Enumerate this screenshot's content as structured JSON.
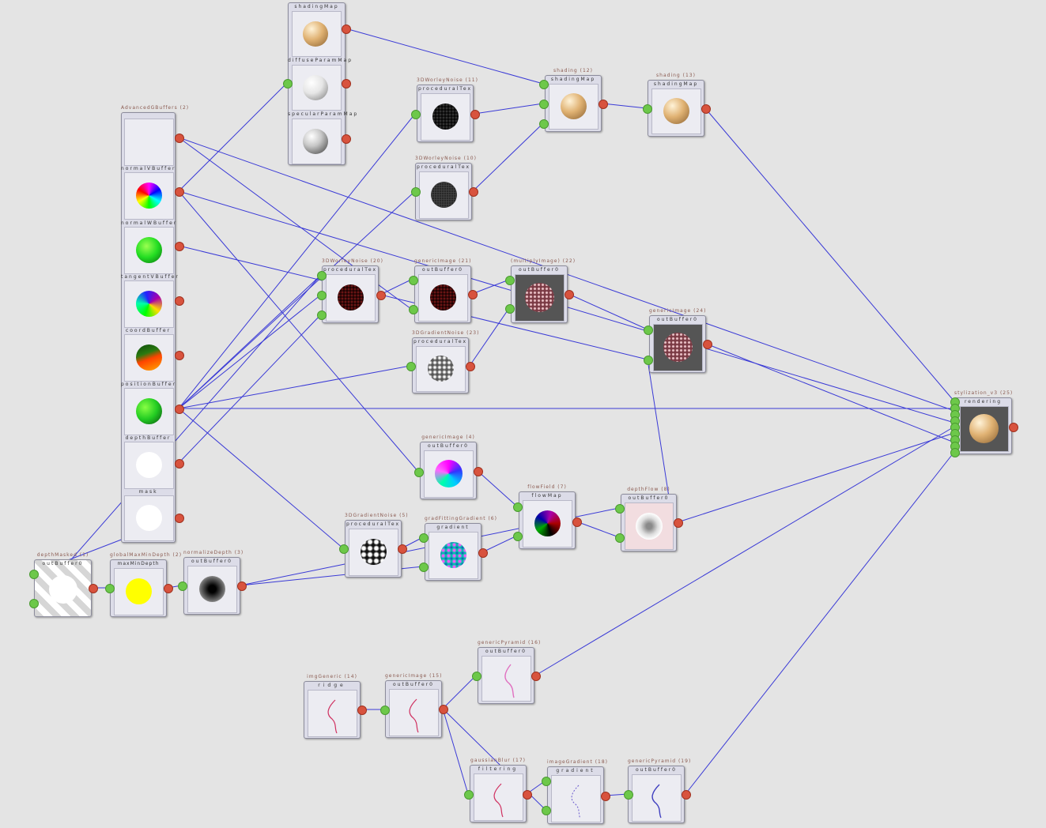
{
  "nodes": {
    "shading": {
      "slots": [
        "shadingMap",
        "diffuseParamMap",
        "specularParamMap"
      ]
    },
    "advancedGBuffers": {
      "title": "AdvancedGBuffers (2)",
      "slots": [
        "",
        "normalVBuffer",
        "normalWBuffer",
        "tangentVBuffer",
        "coordBuffer",
        "positionBuffer",
        "depthBuffer",
        "mask"
      ]
    },
    "worleyNoise11": {
      "title": "3DWorleyNoise (11)",
      "slot": "proceduralTex"
    },
    "worleyNoise10": {
      "title": "3DWorleyNoise (10)",
      "slot": "proceduralTex"
    },
    "shading12": {
      "title": "shading (12)",
      "slot": "shadingMap"
    },
    "shading13": {
      "title": "shading (13)",
      "slot": "shadingMap"
    },
    "worleyNoise20": {
      "title": "3DWorleyNoise (20)",
      "slot": "proceduralTex"
    },
    "genericImage21": {
      "title": "genericImage (21)",
      "slot": "outBuffer0"
    },
    "multiply22": {
      "title": "(multiplyImage) (22)",
      "slot": "outBuffer0"
    },
    "gradientNoise23": {
      "title": "3DGradientNoise (23)",
      "slot": "proceduralTex"
    },
    "genericImage24": {
      "title": "genericImage (24)",
      "slot": "outBuffer0"
    },
    "stylization": {
      "title": "stylization_v3 (25)",
      "slot": "rendering"
    },
    "genericImage4": {
      "title": "genericImage (4)",
      "slot": "outBuffer0"
    },
    "flowField7": {
      "title": "flowField (7)",
      "slot": "flowMap"
    },
    "depthFlow8": {
      "title": "depthFlow (8)",
      "slot": "outBuffer0"
    },
    "gradientNoise5": {
      "title": "3DGradientNoise (5)",
      "slot": "proceduralTex"
    },
    "gradient6": {
      "title": "gradFittingGradient (6)",
      "slot": "gradient"
    },
    "depthMasked1": {
      "title": "depthMasked (1)",
      "slot": "outBuffer0"
    },
    "maxMinDepth": {
      "title": "globalMaxMinDepth (2)",
      "slot": "maxMinDepth"
    },
    "normalizeDepth3": {
      "title": "normalizeDepth (3)",
      "slot": "outBuffer0"
    },
    "imgGeneric14": {
      "title": "imgGeneric (14)",
      "slot": "ridge"
    },
    "genericImage15": {
      "title": "genericImage (15)",
      "slot": "outBuffer0"
    },
    "genericPyramid16": {
      "title": "genericPyramid (16)",
      "slot": "outBuffer0"
    },
    "gaussianBlur17": {
      "title": "gaussianBlur (17)",
      "slot": "filtering"
    },
    "imageGradient18": {
      "title": "imageGradient (18)",
      "slot": "gradient"
    },
    "genericPyramid19": {
      "title": "genericPyramid (19)",
      "slot": "outBuffer0"
    }
  },
  "icons": [
    "sphere-preview-icon",
    "noise-preview-icon",
    "stroke-preview-icon"
  ],
  "colors": {
    "wire": "#3a3ad6",
    "input_port": "#6dc84a",
    "output_port": "#d8533e",
    "node_bg": "#dcdce8",
    "canvas": "#e4e4e4"
  }
}
